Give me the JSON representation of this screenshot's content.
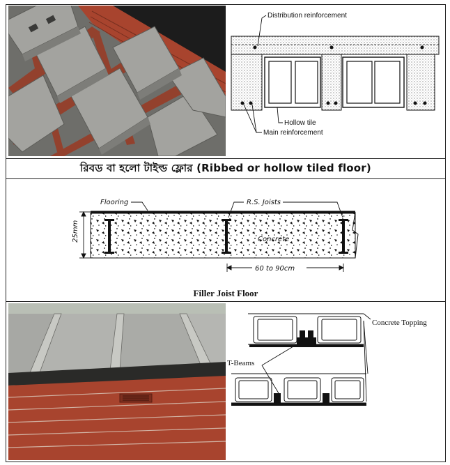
{
  "section_ribbed": {
    "caption": "রিবড বা হলো টাইল্ড ফ্লোর (Ribbed or hollow tiled floor)",
    "labels": {
      "distribution": "Distribution reinforcement",
      "hollow_tile": "Hollow tile",
      "main": "Main reinforcement"
    }
  },
  "section_filler": {
    "caption": "Filler Joist Floor",
    "labels": {
      "flooring": "Flooring",
      "joists": "R.S. Joists",
      "concrete": "Concrete",
      "depth": "25mm",
      "spacing": "60 to 90cm"
    }
  },
  "section_tbeam": {
    "labels": {
      "topping": "Concrete Topping",
      "tbeams": "T-Beams"
    }
  },
  "colors": {
    "brick": "#a8442e",
    "concrete_block": "#9c9c98",
    "ink": "#111111"
  }
}
